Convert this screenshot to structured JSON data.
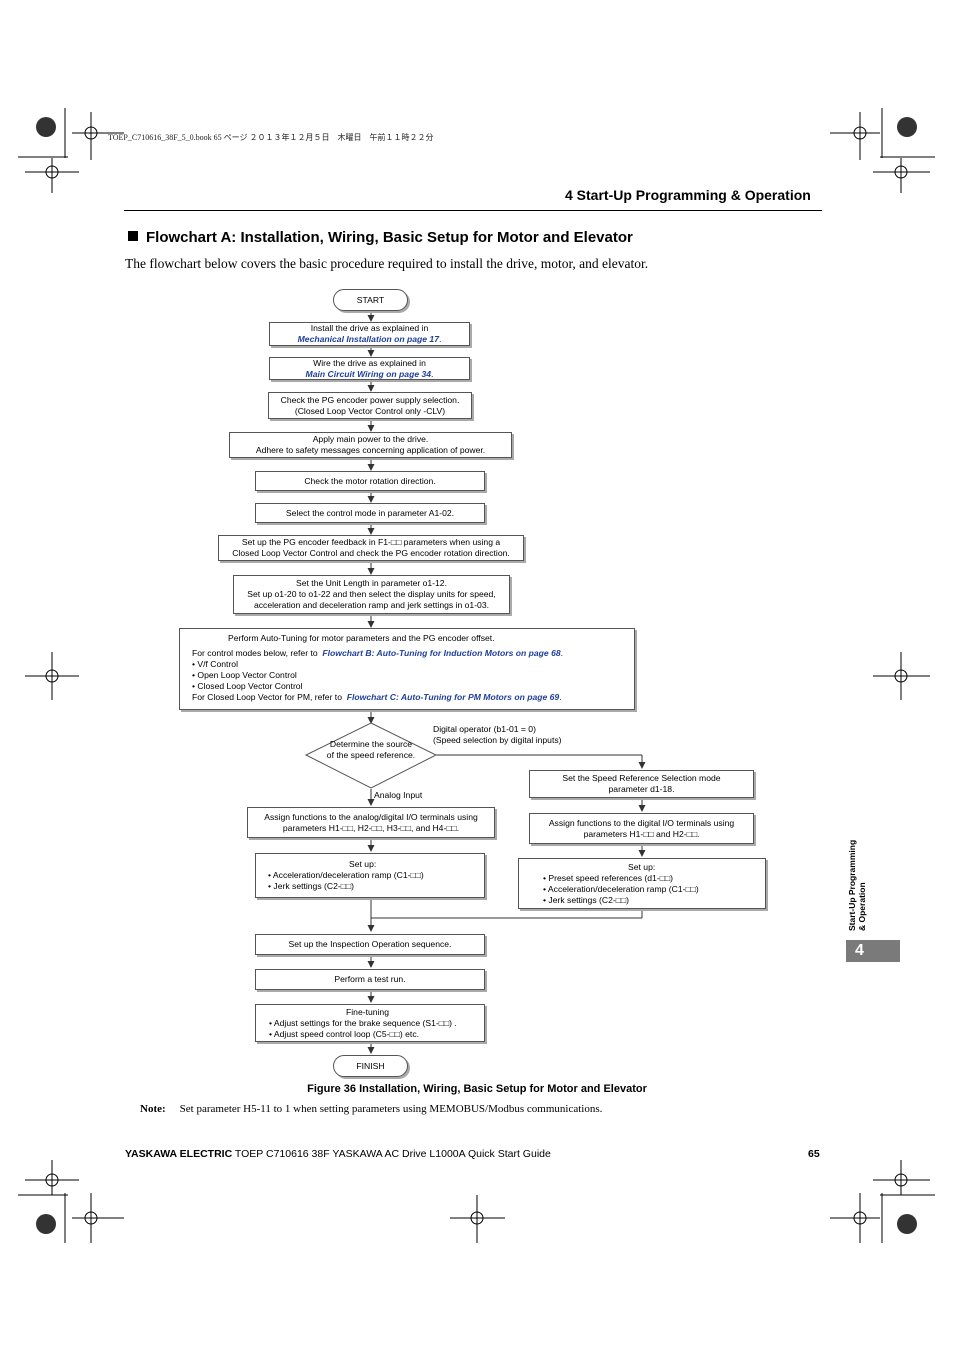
{
  "print_header": "TOEP_C710616_38F_5_0.book  65 ページ  ２０１３年１２月５日　木曜日　午前１１時２２分",
  "section_title": "4  Start-Up Programming & Operation",
  "heading": "Flowchart A: Installation, Wiring, Basic Setup for Motor and Elevator",
  "intro": "The flowchart below covers the basic procedure required to install the drive, motor, and elevator.",
  "flowchart": {
    "start": "START",
    "step1": "Install the drive as explained in",
    "step1_link": "Mechanical Installation on page 17",
    "step2": "Wire the drive as explained in",
    "step2_link": "Main Circuit Wiring on page 34",
    "step3_l1": "Check the PG encoder power supply selection.",
    "step3_l2": "(Closed Loop Vector Control only -CLV)",
    "step4_l1": "Apply main power to the drive.",
    "step4_l2": "Adhere to safety messages concerning application of power.",
    "step5": "Check the motor rotation direction.",
    "step6": "Select the control mode in parameter A1-02.",
    "step7_l1": "Set up the PG encoder feedback in F1-□□ parameters when using a",
    "step7_l2": "Closed Loop Vector Control and check the PG encoder rotation direction.",
    "step8_l1": "Set the Unit Length in parameter o1-12.",
    "step8_l2": "Set up o1-20 to o1-22 and then select the display units for speed,",
    "step8_l3": "acceleration and deceleration ramp and jerk settings in o1-03.",
    "step9_l1": "Perform Auto-Tuning for motor parameters and the PG encoder offset.",
    "step9_l2": "For control modes below, refer to",
    "step9_link1": "Flowchart B: Auto-Tuning for Induction Motors on page 68",
    "step9_b1": "• V/f Control",
    "step9_b2": "• Open Loop Vector Control",
    "step9_b3": "• Closed Loop Vector Control",
    "step9_l3": "For Closed Loop Vector for PM, refer to",
    "step9_link2": "Flowchart C: Auto-Tuning for PM Motors on page 69",
    "decision": "Determine the source of the speed reference.",
    "digital_l1": "Digital operator (b1-01 = 0)",
    "digital_l2": "(Speed selection by digital inputs)",
    "analog": "Analog Input",
    "r1_l1": "Set the Speed Reference Selection mode",
    "r1_l2": "parameter d1-18.",
    "r2_l1": "Assign functions to the digital I/O terminals using",
    "r2_l2": "parameters H1-□□ and H2-□□.",
    "r3_title": "Set up:",
    "r3_b1": "• Preset speed references (d1-□□)",
    "r3_b2": "• Acceleration/deceleration ramp (C1-□□)",
    "r3_b3": "• Jerk settings (C2-□□)",
    "l1_l1": "Assign functions to the analog/digital I/O terminals using",
    "l1_l2": "parameters H1-□□, H2-□□, H3-□□, and H4-□□.",
    "l2_title": "Set up:",
    "l2_b1": "• Acceleration/deceleration ramp (C1-□□)",
    "l2_b2": "• Jerk settings (C2-□□)",
    "step10": "Set up the Inspection Operation sequence.",
    "step11": "Perform a test run.",
    "step12_title": "Fine-tuning",
    "step12_b1": "• Adjust settings for the brake sequence (S1-□□) .",
    "step12_b2": "• Adjust speed control loop (C5-□□) etc.",
    "finish": "FINISH",
    "period": "."
  },
  "caption": "Figure 36  Installation, Wiring, Basic Setup for Motor and Elevator",
  "note_label": "Note:",
  "note_text": "Set parameter H5-11 to 1 when setting parameters using MEMOBUS/Modbus communications.",
  "footer_brand": "YASKAWA ELECTRIC",
  "footer_text": " TOEP C710616 38F YASKAWA AC Drive L1000A Quick Start Guide",
  "page_number": "65",
  "side_tab_text_l1": "Start-Up Programming",
  "side_tab_text_l2": "& Operation",
  "side_tab_number": "4",
  "link_color": "#1f3e9e",
  "tab_color": "#7a7a7a"
}
